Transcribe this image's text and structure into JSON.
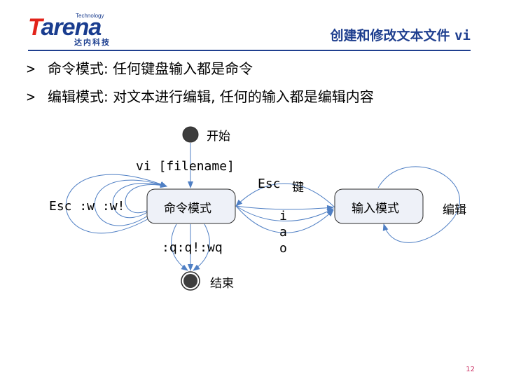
{
  "header": {
    "logo_small": "Technology",
    "logo_t": "T",
    "logo_rest": "arena",
    "logo_cn": "达内科技",
    "title_cn": "创建和修改文本文件",
    "title_code": "vi"
  },
  "bullets": [
    {
      "marker": ">",
      "text": "命令模式: 任何键盘输入都是命令"
    },
    {
      "marker": ">",
      "text": "编辑模式: 对文本进行编辑, 任何的输入都是编辑内容"
    }
  ],
  "diagram": {
    "start_label": "开始",
    "end_label": "结束",
    "command_mode": "命令模式",
    "input_mode": "输入模式",
    "vi_label": "vi [filename]",
    "save_label": "Esc :w :w!",
    "quit_label": ":q:q!:wq",
    "esc_label": "Esc",
    "esc_key_label": "键",
    "insert_keys": [
      "i",
      "a",
      "o"
    ],
    "edit_label": "编辑",
    "colors": {
      "arrow": "#4f7fc4",
      "node_fill": "#eef1f8",
      "node_stroke": "#2b2b2b",
      "dot": "#3d3d3d"
    }
  },
  "footer": {
    "page_number": "12"
  }
}
